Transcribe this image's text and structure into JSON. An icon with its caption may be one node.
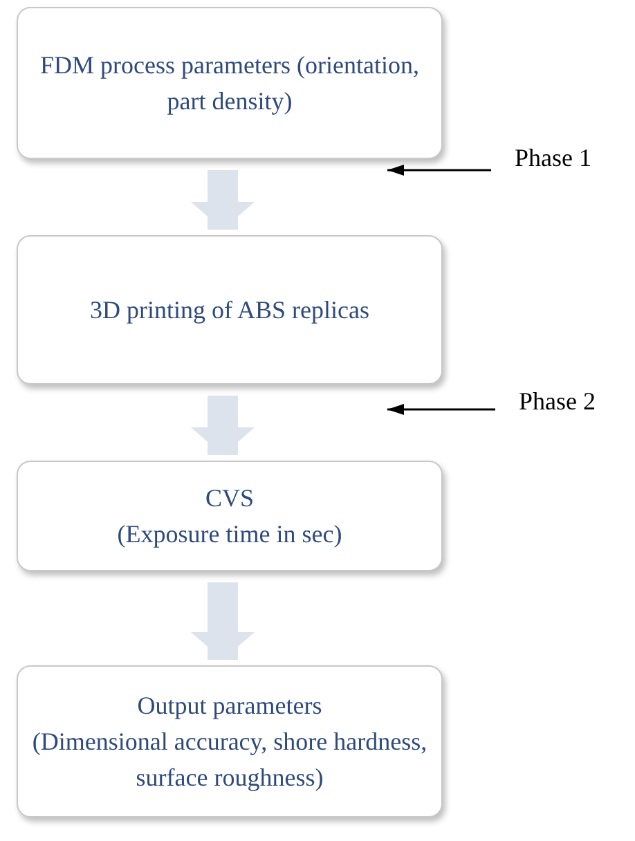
{
  "diagram": {
    "nodes": [
      {
        "text": [
          "FDM process parameters (orientation, part density)"
        ]
      },
      {
        "text": [
          "3D printing of ABS replicas"
        ]
      },
      {
        "text": [
          "CVS",
          "(Exposure time in sec)"
        ]
      },
      {
        "text": [
          "Output parameters",
          "(Dimensional accuracy, shore hardness, surface roughness)"
        ]
      },
      {
        "text": [
          "Phase 1"
        ]
      },
      {
        "text": [
          "Phase 2"
        ]
      }
    ],
    "edges": [
      {
        "from": 0,
        "to": 1,
        "arrow": "to"
      },
      {
        "from": 1,
        "to": 2,
        "arrow": "to"
      },
      {
        "from": 2,
        "to": 3,
        "arrow": "to"
      },
      {
        "from": 4,
        "to": 0,
        "arrow": "to",
        "color": "#000000"
      },
      {
        "from": 5,
        "to": 1,
        "arrow": "to",
        "color": "#000000"
      }
    ]
  }
}
